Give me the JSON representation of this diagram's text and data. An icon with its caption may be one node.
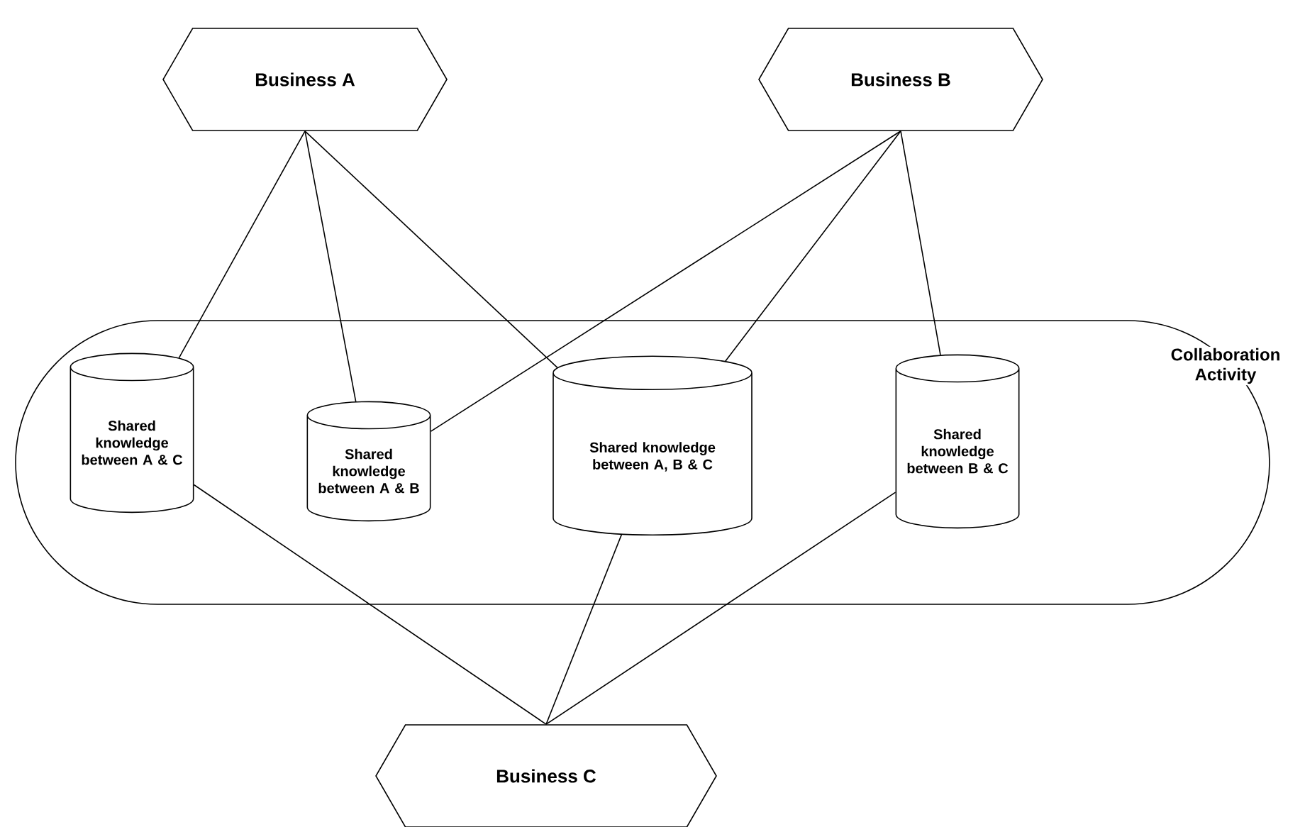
{
  "diagram": {
    "nodes": [
      {
        "text": [
          "Business A"
        ]
      },
      {
        "text": [
          "Business B"
        ]
      },
      {
        "text": [
          "Collaboration Activity"
        ]
      },
      {
        "text": [
          "Shared knowledge between A & C"
        ],
        "in": 2
      },
      {
        "text": [
          "Shared knowledge between A & B"
        ],
        "in": 2
      },
      {
        "text": [
          "Shared knowledge between A, B & C"
        ],
        "in": 2
      },
      {
        "text": [
          "Shared knowledge between B & C"
        ],
        "in": 2
      },
      {
        "text": [
          "Business C"
        ]
      }
    ],
    "edges": [
      {
        "from": 0,
        "to": 3,
        "arrow": "none"
      },
      {
        "from": 0,
        "to": 4,
        "arrow": "none"
      },
      {
        "from": 0,
        "to": 5,
        "arrow": "none"
      },
      {
        "from": 1,
        "to": 4,
        "arrow": "none"
      },
      {
        "from": 1,
        "to": 5,
        "arrow": "none"
      },
      {
        "from": 1,
        "to": 6,
        "arrow": "none"
      },
      {
        "from": 3,
        "to": 7,
        "arrow": "none"
      },
      {
        "from": 5,
        "to": 7,
        "arrow": "none"
      },
      {
        "from": 6,
        "to": 7,
        "arrow": "none"
      }
    ]
  }
}
